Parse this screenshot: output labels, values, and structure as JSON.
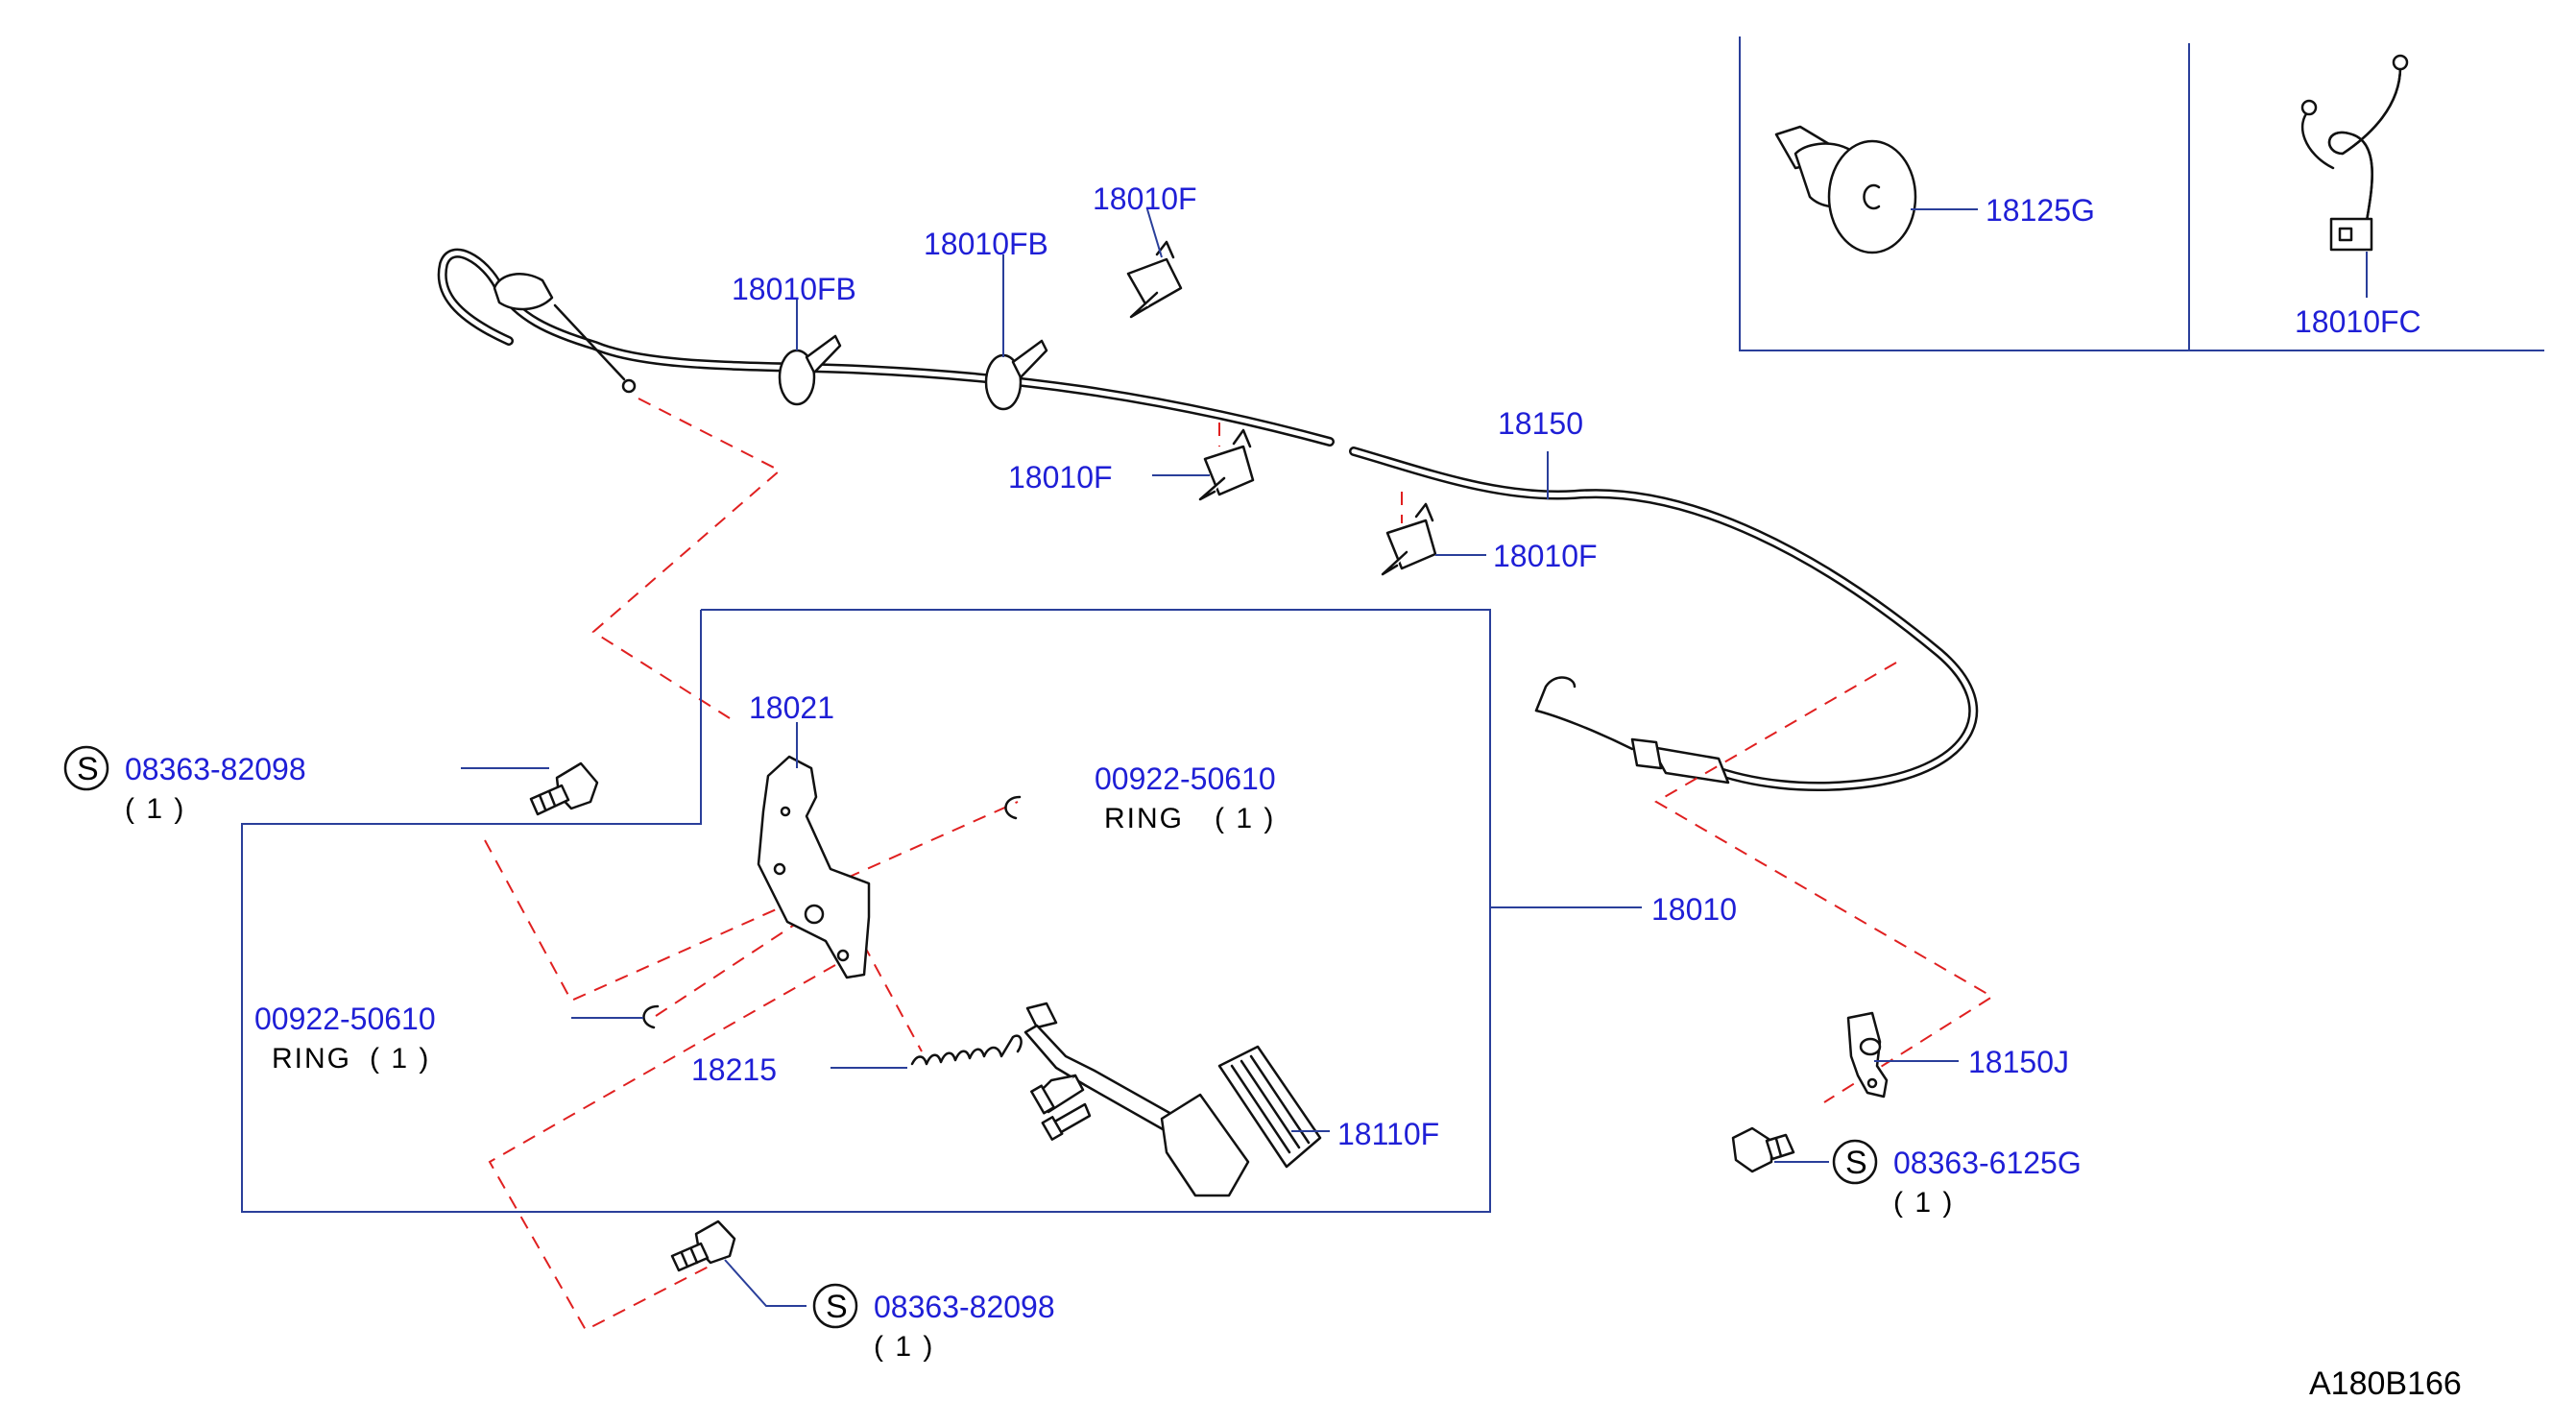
{
  "diagram_code": "A180B166",
  "colors": {
    "label": "#1f1fd6",
    "leader": "#2a3f9a",
    "dashed_link": "#e02020",
    "part_outline": "#111111"
  },
  "callouts": {
    "c_18010FB_a": "18010FB",
    "c_18010FB_b": "18010FB",
    "c_18010F_top": "18010F",
    "c_18010F_mid": "18010F",
    "c_18010F_right": "18010F",
    "c_18150": "18150",
    "c_18125G": "18125G",
    "c_18010FC": "18010FC",
    "c_18021": "18021",
    "c_18010": "18010",
    "c_18215": "18215",
    "c_18110F": "18110F",
    "c_18150J": "18150J"
  },
  "bolts": [
    {
      "symbol": "S",
      "part_no": "08363-82098",
      "qty": "( 1 )"
    },
    {
      "symbol": "S",
      "part_no": "08363-82098",
      "qty": "( 1 )"
    },
    {
      "symbol": "S",
      "part_no": "08363-6125G",
      "qty": "( 1 )"
    }
  ],
  "rings": [
    {
      "part_no": "00922-50610",
      "name": "RING",
      "qty": "( 1 )"
    },
    {
      "part_no": "00922-50610",
      "name": "RING",
      "qty": "( 1 )"
    }
  ]
}
